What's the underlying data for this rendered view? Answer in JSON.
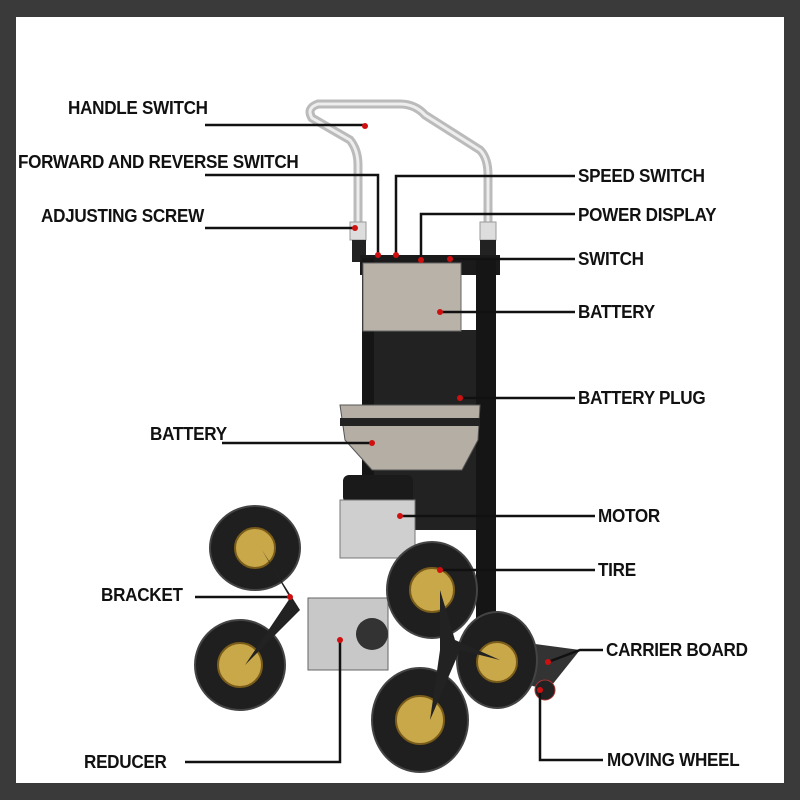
{
  "labels": {
    "handle_switch": "HANDLE SWITCH",
    "forward_reverse_switch": "FORWARD AND REVERSE SWITCH",
    "adjusting_screw": "ADJUSTING SCREW",
    "speed_switch": "SPEED SWITCH",
    "power_display": "POWER DISPLAY",
    "switch": "SWITCH",
    "battery_upper": "BATTERY",
    "battery_plug": "BATTERY PLUG",
    "battery_lower": "BATTERY",
    "motor": "MOTOR",
    "tire": "TIRE",
    "bracket": "BRACKET",
    "carrier_board": "CARRIER BOARD",
    "reducer": "REDUCER",
    "moving_wheel": "MOVING WHEEL"
  },
  "colors": {
    "frame": "#3a3a3a",
    "leader": "#111111",
    "marker": "#d01010"
  }
}
